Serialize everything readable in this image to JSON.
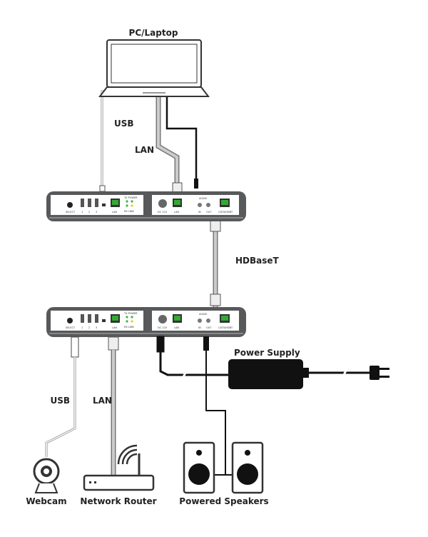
{
  "labels": {
    "pc": "PC/Laptop",
    "usb_top": "USB",
    "lan_top": "LAN",
    "hdbaset": "HDBaseT",
    "power_supply": "Power Supply",
    "usb_bottom": "USB",
    "lan_bottom": "LAN",
    "webcam": "Webcam",
    "router": "Network Router",
    "speakers": "Powered Speakers"
  },
  "device_ports": {
    "select": "SELECT",
    "usb1": "1",
    "usb2": "2",
    "usb3": "3",
    "lan": "LAN",
    "led_top": "TX POWER",
    "led_bottom": "RX  LINK",
    "dc": "DC 12V",
    "audio": "AUDIO",
    "in": "IN",
    "out": "OUT",
    "catx": "CATX/HDBT"
  },
  "colors": {
    "device": "#58595b",
    "panel": "#ffffff",
    "cable_gray": "#aaaaaa",
    "cable_black": "#111111",
    "led_green": "#39b54a",
    "led_yellow": "#f7c516"
  }
}
